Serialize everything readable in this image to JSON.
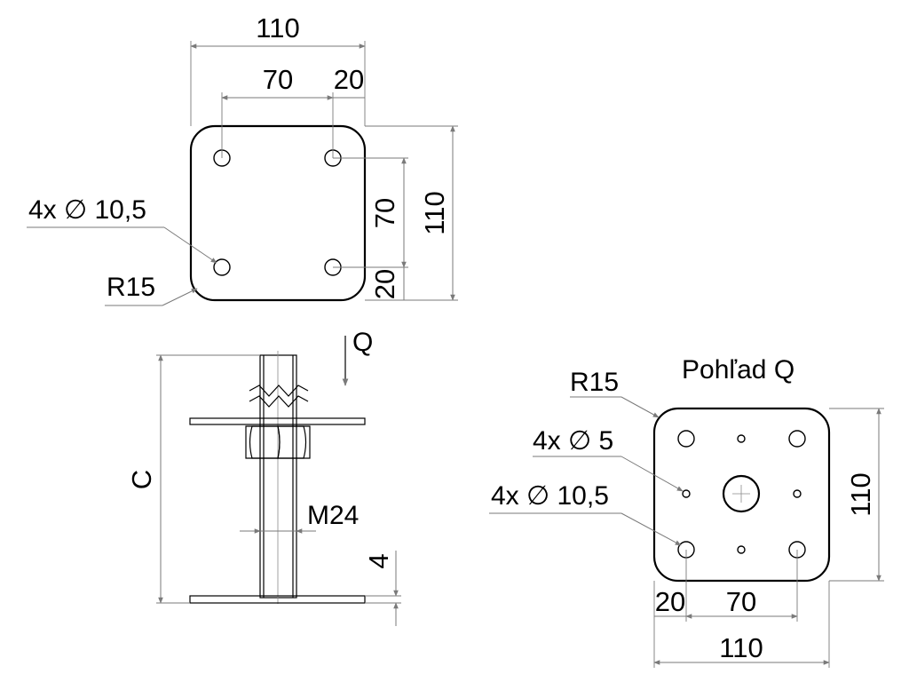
{
  "top_view": {
    "dim_width_total": "110",
    "dim_hole_spacing_h": "70",
    "dim_edge_h": "20",
    "dim_hole_spacing_v": "70",
    "dim_height_total": "110",
    "dim_edge_v": "20",
    "label_holes": "4x ∅ 10,5",
    "label_radius": "R15"
  },
  "side_view": {
    "view_arrow_label": "Q",
    "dim_height": "C",
    "thread_label": "M24",
    "plate_thickness": "4"
  },
  "view_q": {
    "title": "Pohľad Q",
    "label_radius": "R15",
    "label_small_holes": "4x ∅ 5",
    "label_large_holes": "4x ∅ 10,5",
    "dim_edge": "20",
    "dim_hole_spacing": "70",
    "dim_width_total": "110",
    "dim_height_total": "110"
  }
}
